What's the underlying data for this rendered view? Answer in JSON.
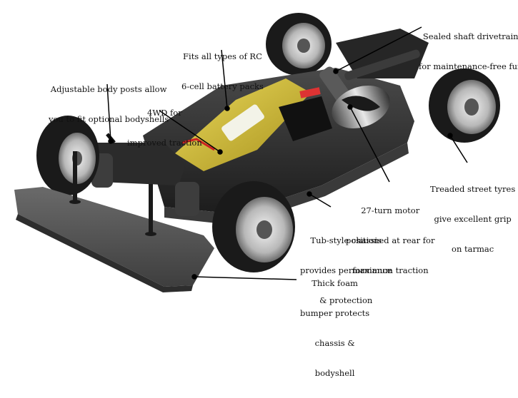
{
  "callouts": [
    {
      "id": "drivetrain",
      "lines": [
        "Sealed shaft drivetrain",
        "for maintenance-free fun"
      ]
    },
    {
      "id": "battery",
      "lines": [
        "Fits all types of RC",
        "6-cell battery packs"
      ]
    },
    {
      "id": "bodyposts",
      "lines": [
        "Adjustable body posts allow",
        "you to fit optional bodyshells"
      ]
    },
    {
      "id": "fourwd",
      "lines": [
        "4WD for",
        "improved traction"
      ]
    },
    {
      "id": "tyres",
      "lines": [
        "Treaded street tyres",
        "give excellent grip",
        "on tarmac"
      ]
    },
    {
      "id": "motor",
      "lines": [
        "27-turn motor",
        "positioned at rear for",
        "maximum traction"
      ]
    },
    {
      "id": "chassis",
      "lines": [
        "Tub-style chassis",
        "provides performance",
        "& protection"
      ]
    },
    {
      "id": "bumper",
      "lines": [
        "Thick foam",
        "bumper protects",
        "chassis &",
        "bodyshell"
      ]
    }
  ],
  "colors": {
    "background": "#ffffff",
    "chassis": "#2a2a2a",
    "tyre": "#1a1a1a",
    "rim": "#c8c8c8",
    "foam": "#5a5a5a",
    "battery": "#d9c23a",
    "leader": "#000000"
  }
}
